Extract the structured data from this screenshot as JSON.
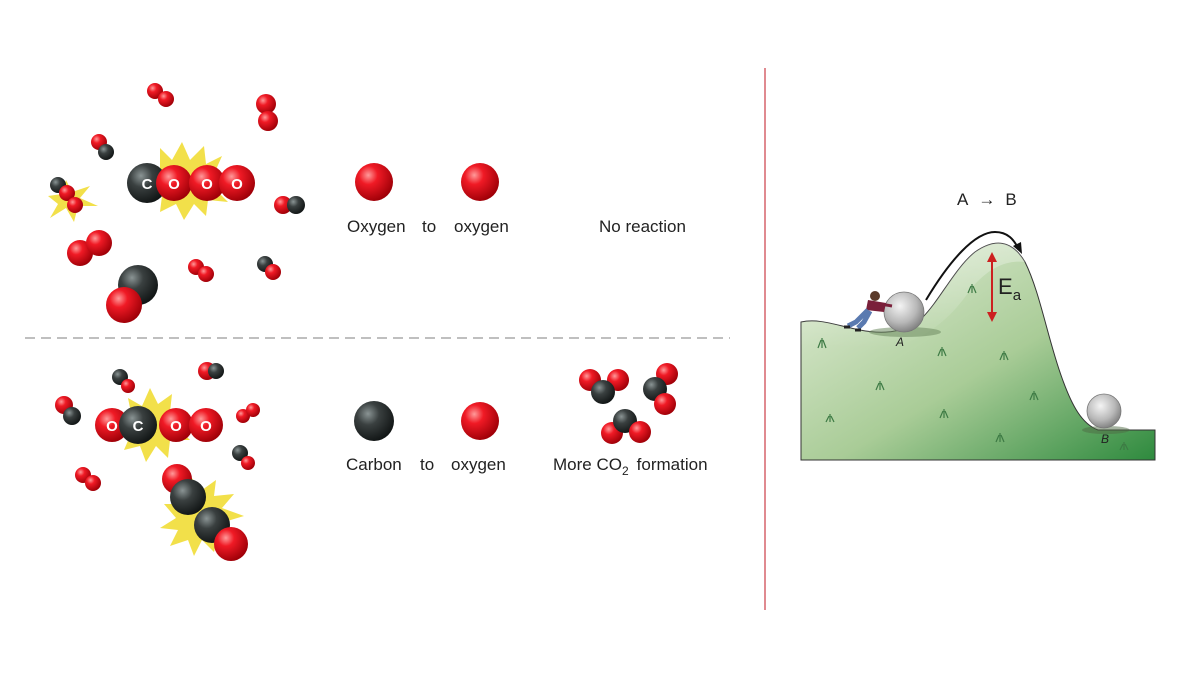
{
  "row1": {
    "atom_labels": [
      "C",
      "O",
      "O",
      "O"
    ],
    "caption_left": "Oxygen",
    "caption_mid": "to",
    "caption_right": "oxygen",
    "result": "No reaction"
  },
  "row2": {
    "atom_labels": [
      "O",
      "C",
      "O",
      "O"
    ],
    "caption_left": "Carbon",
    "caption_mid": "to",
    "caption_right": "oxygen",
    "result_main": "More CO",
    "result_sub": "2",
    "result_tail": "formation"
  },
  "hill": {
    "equation_left": "A",
    "equation_arrow": "→",
    "equation_right": "B",
    "energy_label": "E",
    "energy_sub": "a",
    "point_a": "A",
    "point_b": "B"
  },
  "colors": {
    "oxygen": "#e0101c",
    "carbon": "#333838",
    "divider": "#e08a90",
    "dashed": "#aaaaaa",
    "hill_light": "#dde9d0",
    "hill_dark": "#2e8a3e",
    "arrow_ea": "#cc2020",
    "spark": "#f2e04a"
  }
}
